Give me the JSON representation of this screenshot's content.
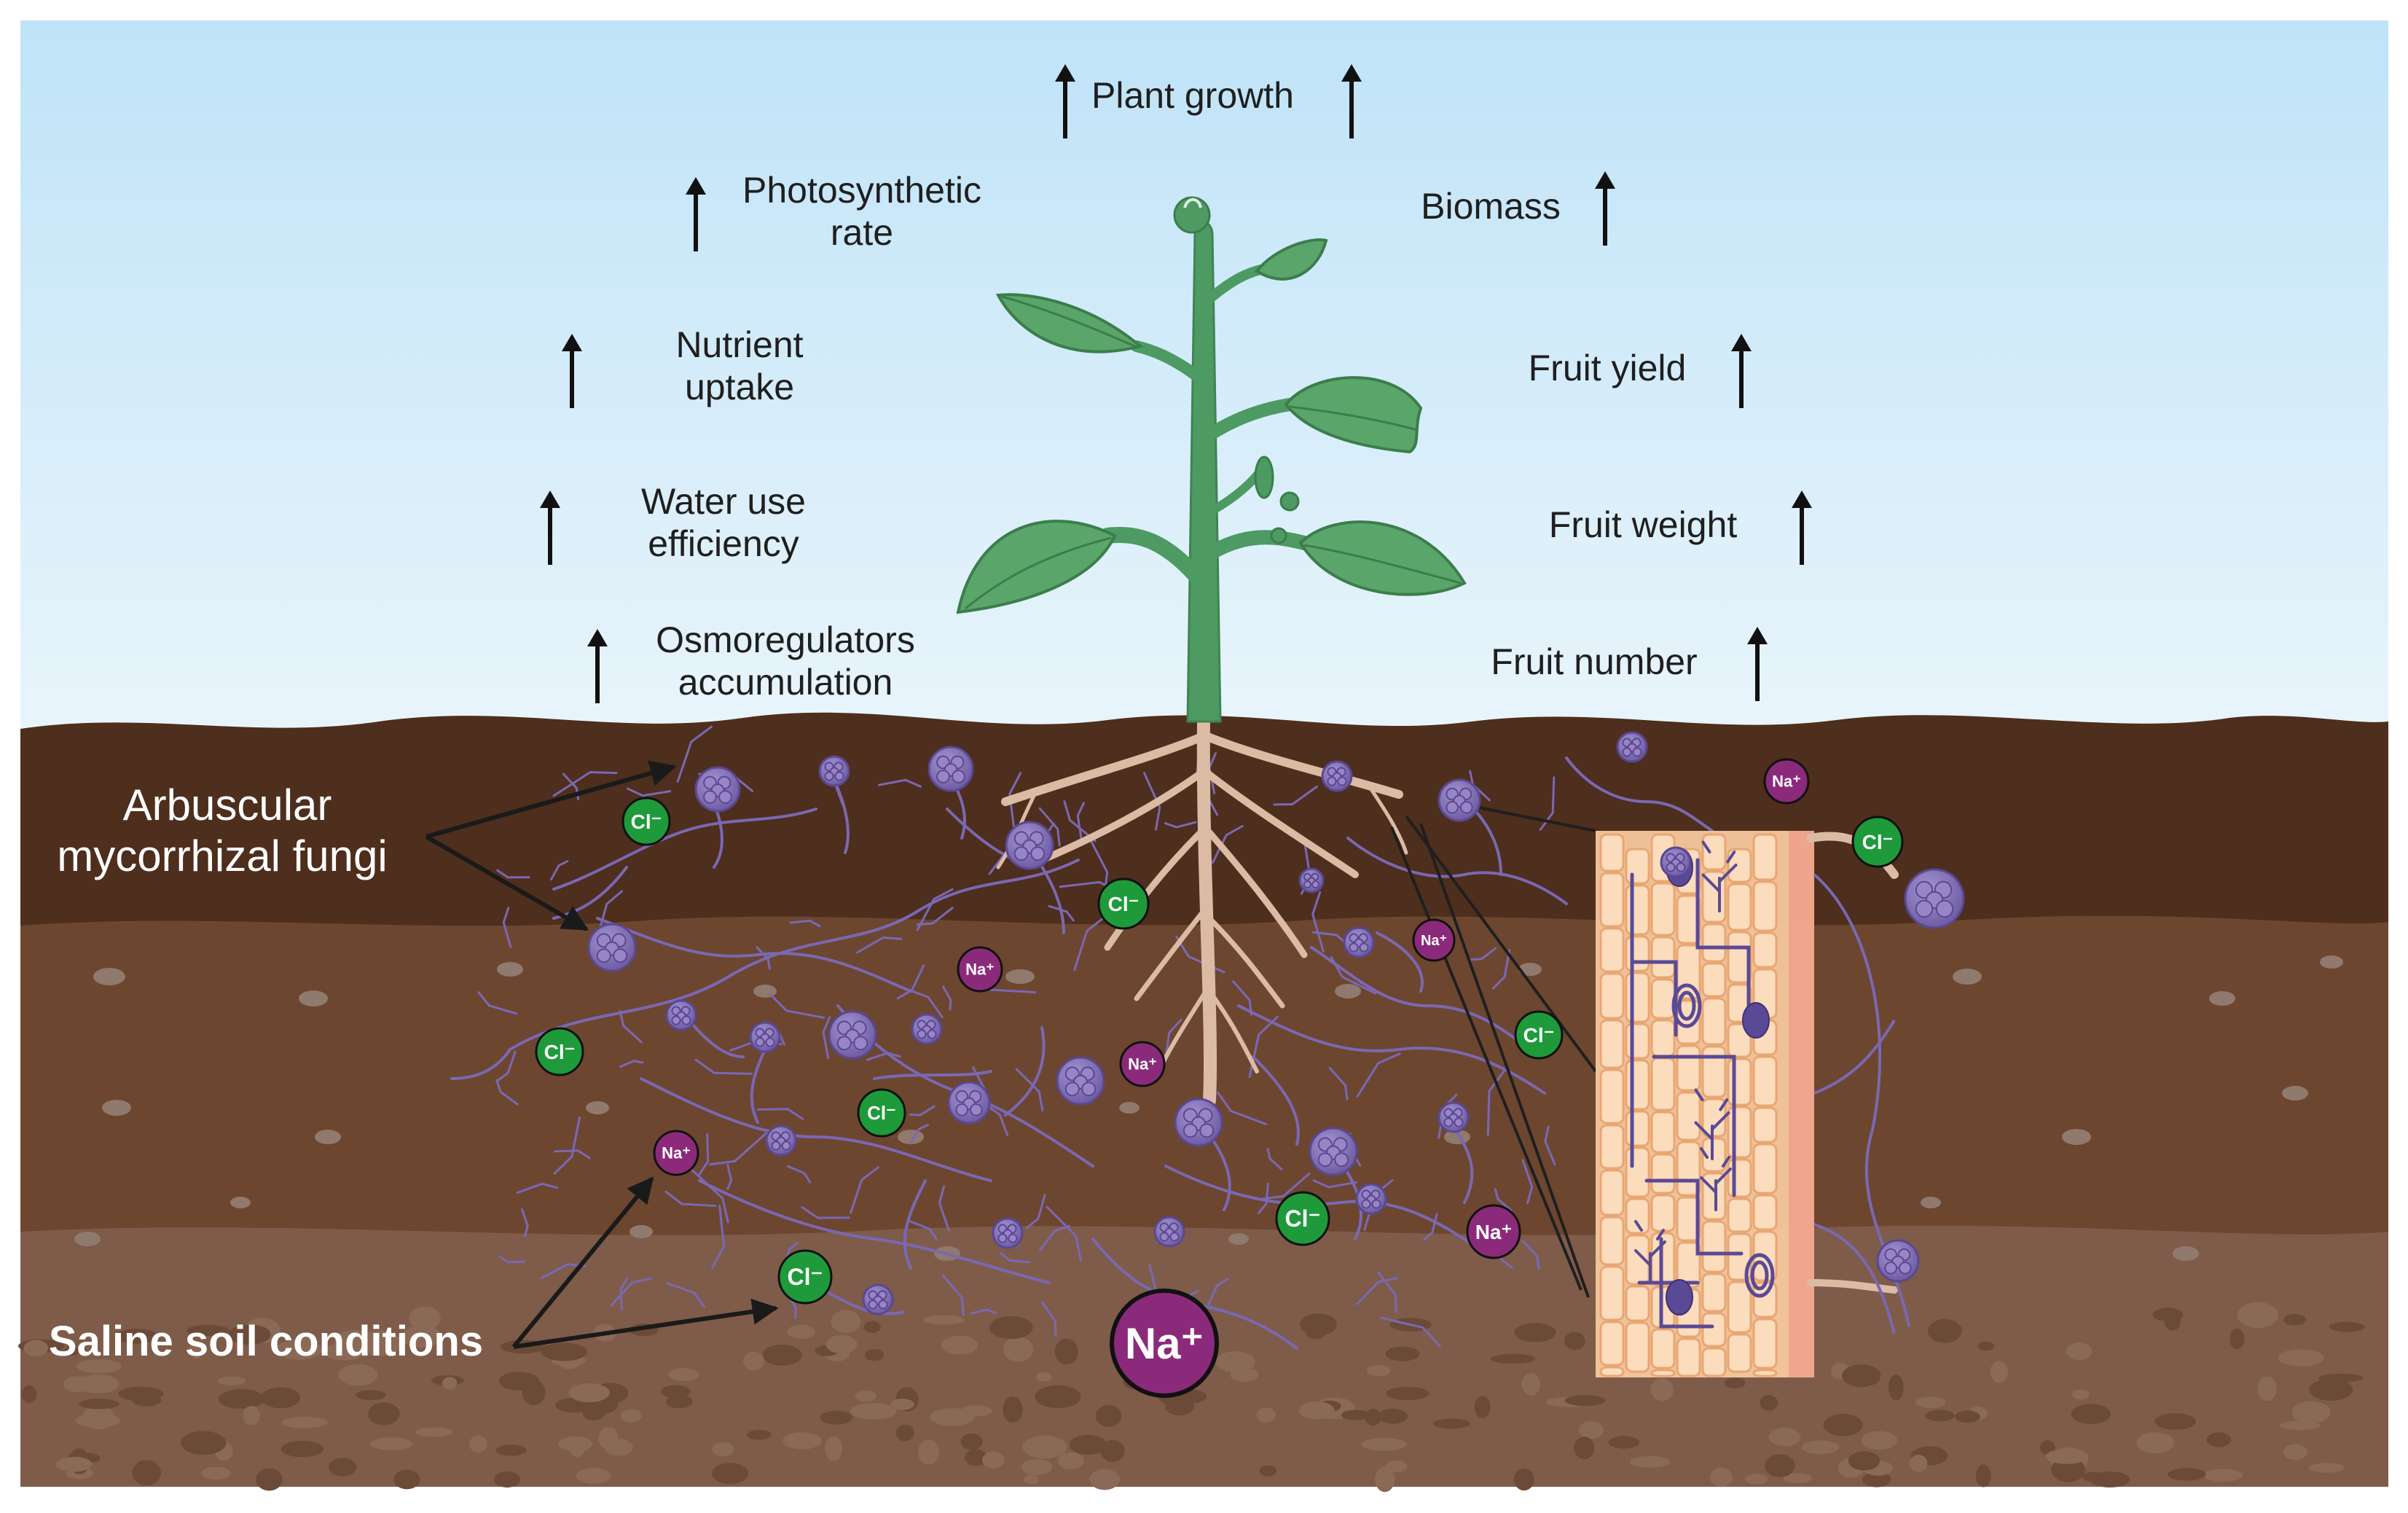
{
  "effects_left": [
    {
      "id": "photosynthetic",
      "lines": [
        "Photosynthetic",
        "rate"
      ]
    },
    {
      "id": "nutrient",
      "lines": [
        "Nutrient",
        "uptake"
      ]
    },
    {
      "id": "water",
      "lines": [
        "Water use",
        "efficiency"
      ]
    },
    {
      "id": "osmo",
      "lines": [
        "Osmoregulators",
        "accumulation"
      ]
    }
  ],
  "effects_top": {
    "plant_growth": "Plant growth"
  },
  "effects_right": [
    {
      "id": "biomass",
      "lines": [
        "Biomass"
      ]
    },
    {
      "id": "fruit-yield",
      "lines": [
        "Fruit yield"
      ]
    },
    {
      "id": "fruit-weight",
      "lines": [
        "Fruit weight"
      ]
    },
    {
      "id": "fruit-number",
      "lines": [
        "Fruit number"
      ]
    }
  ],
  "labels": {
    "amf": [
      "Arbuscular",
      "mycorrhizal fungi"
    ],
    "saline": "Saline soil conditions"
  },
  "ions": {
    "chloride": "Cl⁻",
    "sodium": "Na⁺"
  },
  "colors": {
    "sky_top": "#bfe3f8",
    "sky_bottom": "#e8f4fb",
    "topsoil": "#4e2e1c",
    "soil_mid": "#6d4630",
    "soil_low": "#7e5c49",
    "plant": "#4d9a62",
    "leaf": "#5aa56a",
    "fungi": "#7561a8",
    "chloride": "#1e9a3a",
    "sodium": "#8b2a7a",
    "root": "#d9b8a2",
    "cells": "#f6c9a0"
  }
}
